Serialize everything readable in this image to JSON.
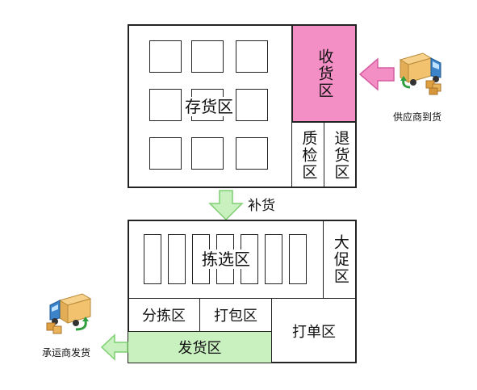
{
  "upper_block": {
    "storage_zone": "存货区",
    "receiving_zone": "收货区",
    "qc_zone": "质检区",
    "return_zone": "退货区"
  },
  "replenish": "补货",
  "lower_block": {
    "picking_zone": "拣选区",
    "promo_zone": "大促区",
    "sorting_zone": "分拣区",
    "packing_zone": "打包区",
    "label_zone": "打单区",
    "shipping_zone": "发货区"
  },
  "supplier_label": "供应商到货",
  "carrier_label": "承运商发货",
  "icons": [
    "delivery-truck-icon",
    "delivery-truck-icon",
    "arrow-left-icon",
    "arrow-down-icon"
  ],
  "colors": {
    "receiving": "#f48fc6",
    "shipping": "#c9f1c0",
    "arrow_pink": "#f48fc6",
    "arrow_green": "#c9f1c0"
  }
}
